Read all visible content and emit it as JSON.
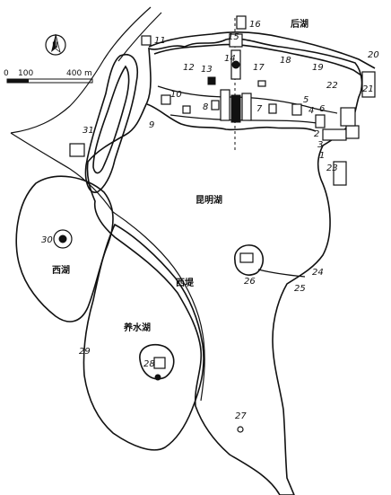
{
  "north_arrow": {
    "letter": "N"
  },
  "scale_bar": {
    "labels": [
      "0",
      "100",
      "400 m"
    ]
  },
  "places": {
    "back_lake": "后湖",
    "kunming_lake": "昆明湖",
    "west_lake": "西湖",
    "west_causeway": "西堤",
    "yangshui_lake": "养水湖"
  },
  "numbers": [
    "1",
    "2",
    "3",
    "4",
    "5",
    "6",
    "7",
    "8",
    "9",
    "10",
    "11",
    "12",
    "13",
    "14",
    "15",
    "16",
    "17",
    "18",
    "19",
    "20",
    "21",
    "22",
    "23",
    "24",
    "25",
    "26",
    "27",
    "28",
    "29",
    "30",
    "31"
  ]
}
